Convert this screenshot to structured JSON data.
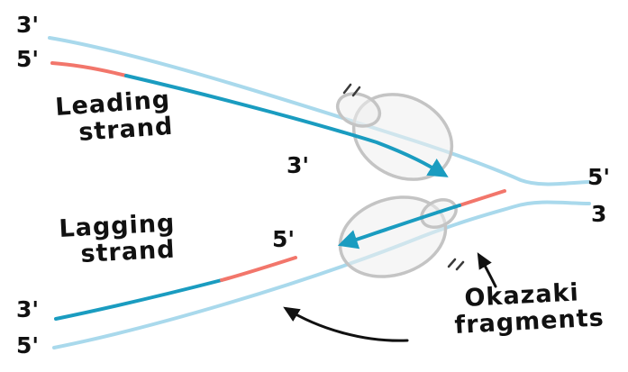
{
  "colors": {
    "template": "#a9d9ec",
    "new_strand": "#1a9cc0",
    "primer": "#f2766b",
    "polymerase_fill": "#efefef",
    "polymerase_stroke": "#c4c4c4",
    "text": "#111111"
  },
  "labels": {
    "top_left_three_prime": "3'",
    "top_left_five_prime": "5'",
    "leading_line1": "Leading",
    "leading_line2": "strand",
    "leading_three_prime": "3'",
    "right_five_prime": "5'",
    "right_three": "3",
    "lagging_line1": "Lagging",
    "lagging_line2": "strand",
    "lagging_five_prime": "5'",
    "bottom_left_three_prime": "3'",
    "bottom_left_five_prime": "5'",
    "okazaki_line1": "Okazaki",
    "okazaki_line2": "fragments"
  }
}
